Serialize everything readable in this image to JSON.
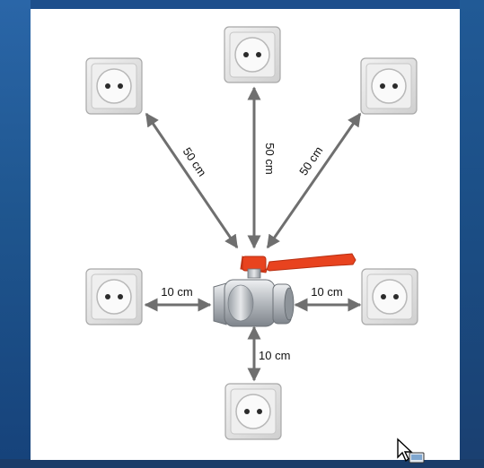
{
  "labels": {
    "left_diag": "50 cm",
    "vertical": "50 cm",
    "right_diag": "50 cm",
    "left": "10 cm",
    "right": "10 cm",
    "bottom": "10 cm"
  },
  "colors": {
    "arrow": "#6f6f6f",
    "handle": "#e8431f",
    "valve_body": "#c9ccd0",
    "outlet_plate": "#e6e6e6",
    "outlet_face": "#f8f8f8",
    "panel": "#ffffff"
  },
  "icons": {
    "outlet": "power-outlet-icon",
    "valve": "ball-valve-icon",
    "cursor": "mouse-cursor-icon"
  }
}
